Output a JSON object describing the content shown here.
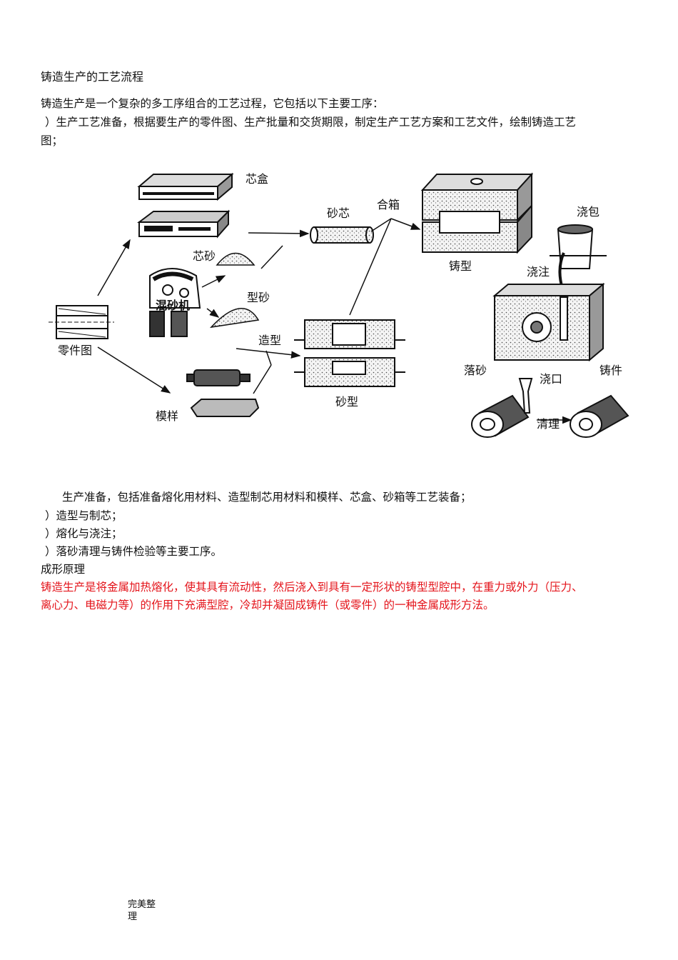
{
  "doc": {
    "heading": "铸造生产的工艺流程",
    "intro": "铸造生产是一个复杂的多工序组合的工艺过程，它包括以下主要工序：",
    "step1_line1": "）生产工艺准备，根据要生产的零件图、生产批量和交货期限，制定生产工艺方案和工艺文件，绘制铸造工艺",
    "step1_line2": "图；",
    "step2": "生产准备，包括准备熔化用材料、造型制芯用材料和模样、芯盒、砂箱等工艺装备；",
    "step3": "）造型与制芯；",
    "step4": "）熔化与浇注；",
    "step5": "）落砂清理与铸件检验等主要工序。",
    "principle_heading": "成形原理",
    "principle_line1": "铸造生产是将金属加热熔化，使其具有流动性，然后浇入到具有一定形状的铸型型腔中，在重力或外力（压力、",
    "principle_line2": "离心力、电磁力等）的作用下充满型腔，冷却并凝固成铸件（或零件）的一种金属成形方法。",
    "footer": "完美整理"
  },
  "diagram": {
    "labels": {
      "core_box": "芯盒",
      "core_sand": "芯砂",
      "sand_core": "砂芯",
      "mixer": "混砂机",
      "molding_sand": "型砂",
      "part_drawing": "零件图",
      "pattern": "模样",
      "molding": "造型",
      "sand_mold": "砂型",
      "closing": "合箱",
      "mold": "铸型",
      "ladle": "浇包",
      "pouring": "浇注",
      "shakeout": "落砂",
      "gate": "浇口",
      "casting": "铸件",
      "cleaning": "清理"
    },
    "colors": {
      "ink": "#111111",
      "red": "#e4141b"
    }
  }
}
